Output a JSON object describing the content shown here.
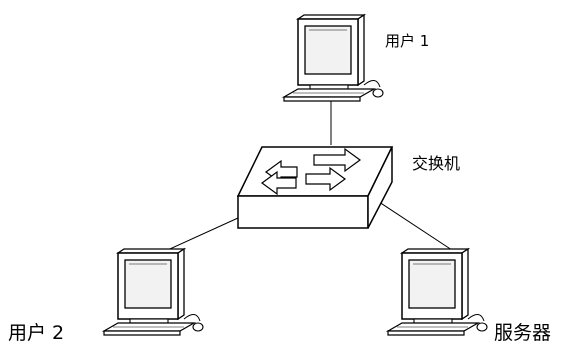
{
  "labels": {
    "user1": "用户 1",
    "switch": "交换机",
    "user2": "用户 2",
    "server": "服务器"
  },
  "nodes": [
    {
      "id": "user1",
      "kind": "computer"
    },
    {
      "id": "switch",
      "kind": "network-switch"
    },
    {
      "id": "user2",
      "kind": "computer"
    },
    {
      "id": "server",
      "kind": "computer"
    }
  ],
  "edges": [
    {
      "from": "user1",
      "to": "switch"
    },
    {
      "from": "switch",
      "to": "user2"
    },
    {
      "from": "switch",
      "to": "server"
    }
  ],
  "colors": {
    "line": "#000000",
    "background": "#ffffff",
    "screen": "#f2f2f2"
  }
}
